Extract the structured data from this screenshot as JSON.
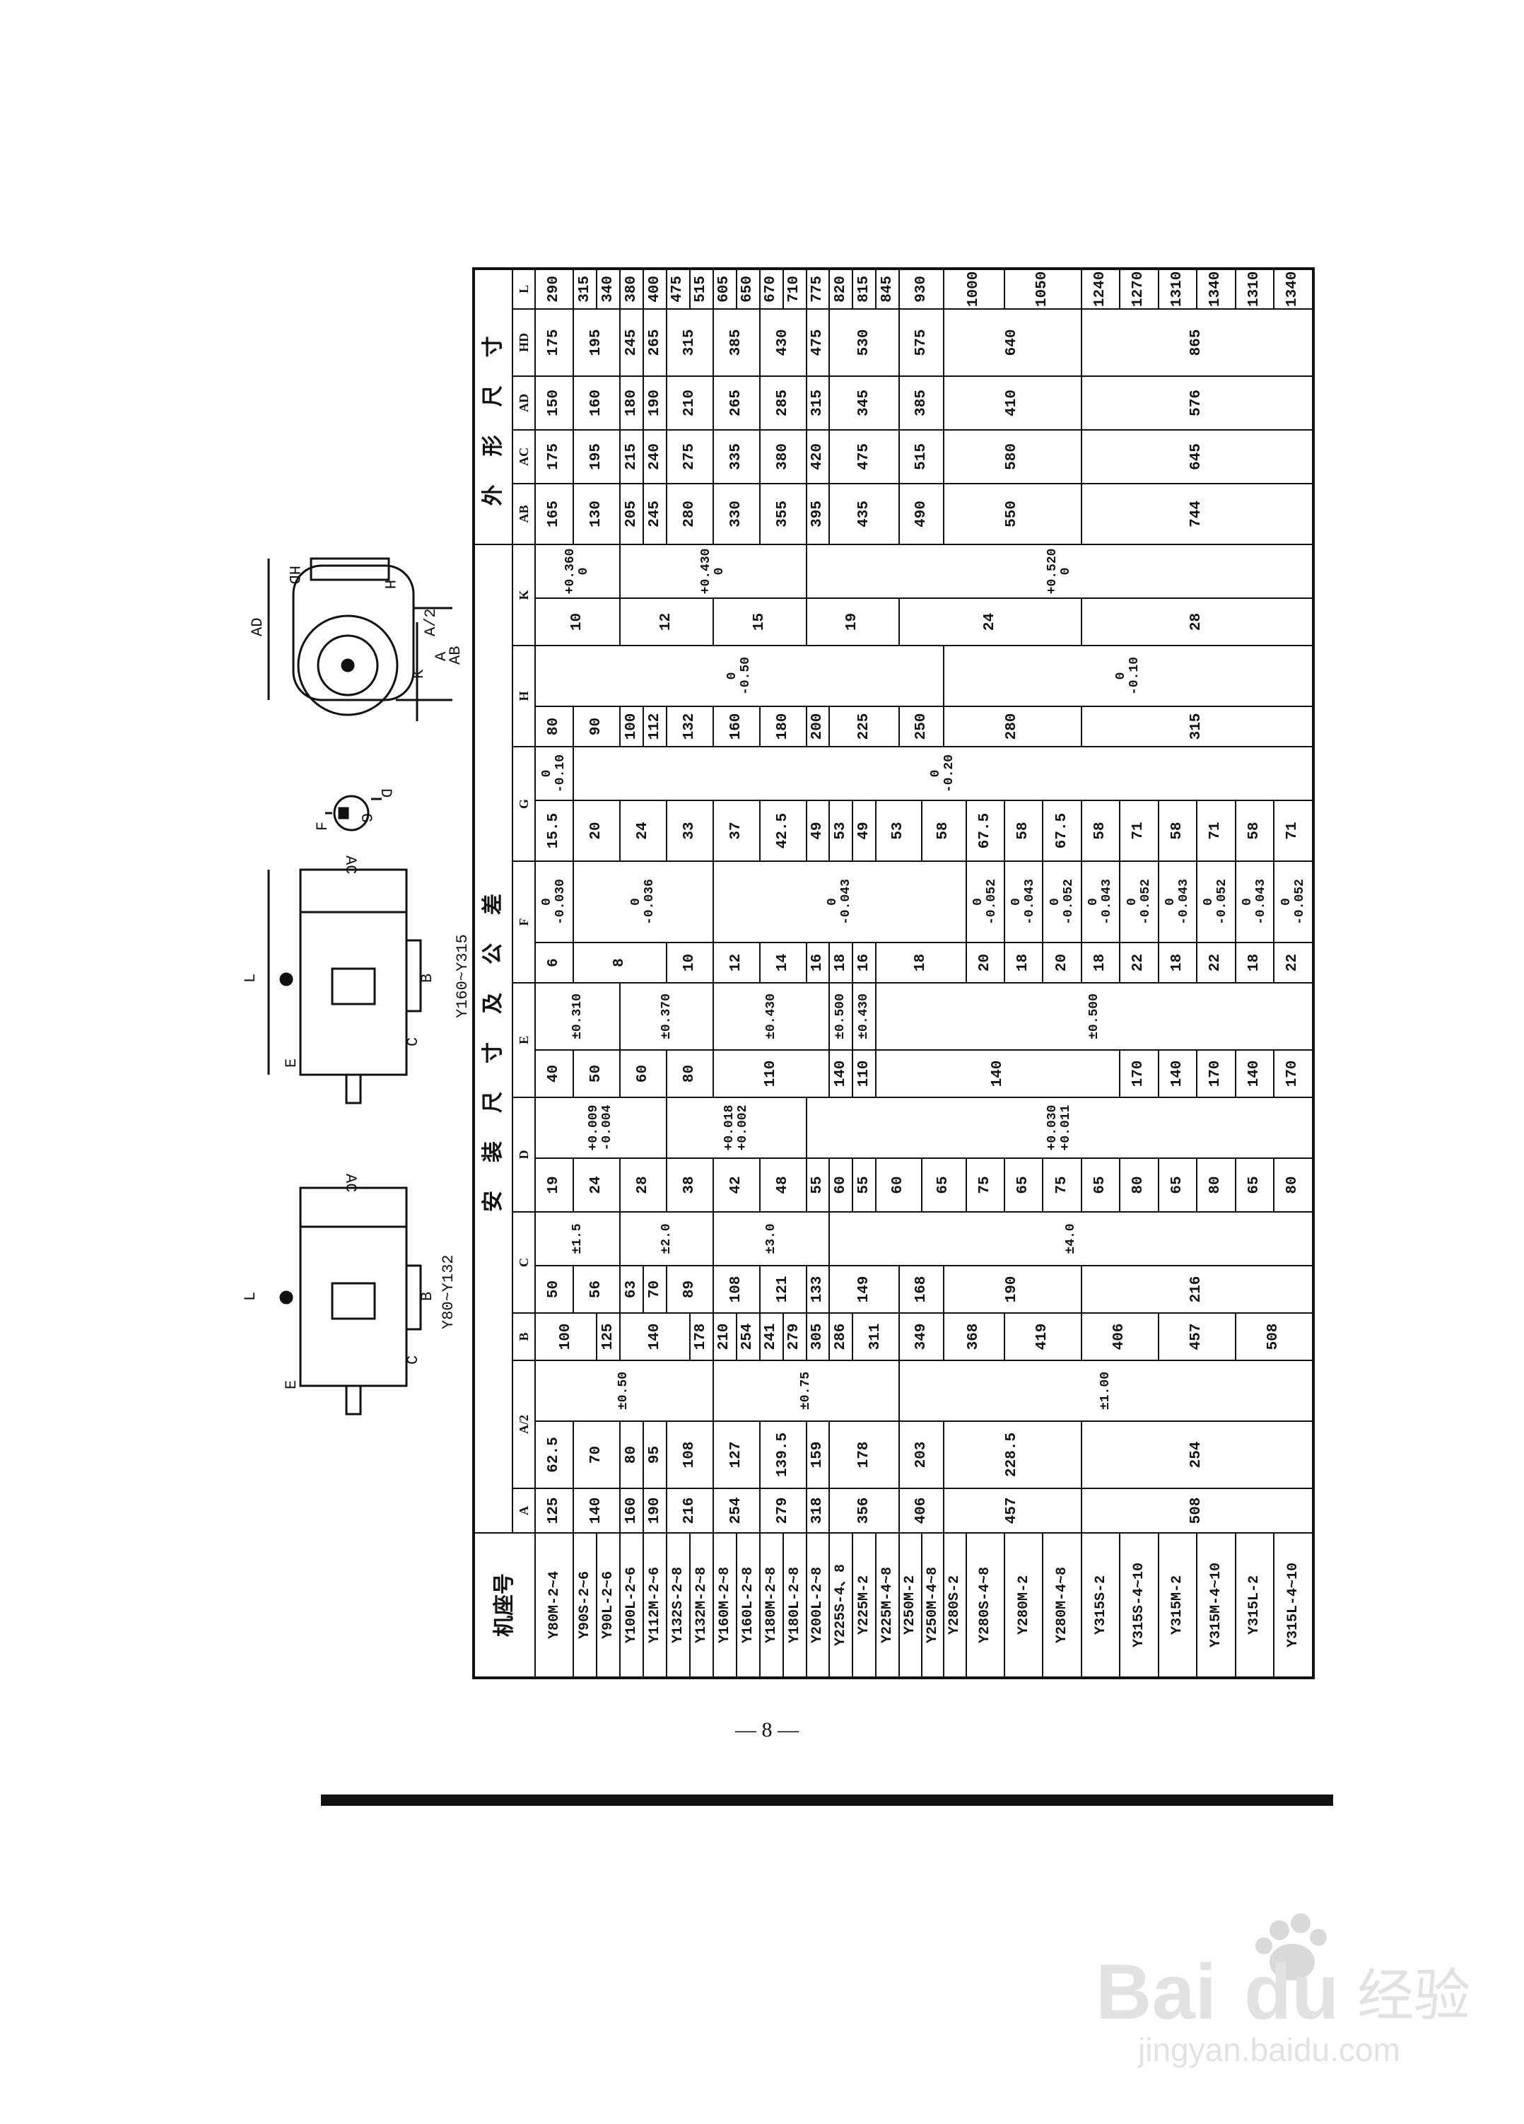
{
  "drawings": {
    "side_small_caption": "Y80~Y132",
    "side_large_caption": "Y160~Y315",
    "labels": {
      "L": "L",
      "E": "E",
      "C": "C",
      "B": "B",
      "AC": "AC",
      "F": "F",
      "G": "G",
      "D": "D",
      "AD": "AD",
      "HD": "HD",
      "H": "H",
      "A2": "A/2",
      "A": "A",
      "K": "K",
      "AB": "AB"
    }
  },
  "table": {
    "model_header": "机座号",
    "group_headers": [
      {
        "label": "安装尺寸及公差",
        "span": 18
      },
      {
        "label": "外形尺寸",
        "span": 5
      }
    ],
    "column_headers": [
      {
        "label": "A",
        "span": 1
      },
      {
        "label": "A/2",
        "span": 2
      },
      {
        "label": "B",
        "span": 1
      },
      {
        "label": "C",
        "span": 2
      },
      {
        "label": "D",
        "span": 2
      },
      {
        "label": "E",
        "span": 2
      },
      {
        "label": "F",
        "span": 2
      },
      {
        "label": "G",
        "span": 2
      },
      {
        "label": "H",
        "span": 2
      },
      {
        "label": "K",
        "span": 2
      },
      {
        "label": "AB",
        "span": 1
      },
      {
        "label": "AC",
        "span": 1
      },
      {
        "label": "AD",
        "span": 1
      },
      {
        "label": "HD",
        "span": 1
      },
      {
        "label": "L",
        "span": 1
      }
    ],
    "models": [
      "Y80M-2~4",
      "Y90S-2~6",
      "Y90L-2~6",
      "Y100L-2~6",
      "Y112M-2~6",
      "Y132S-2~8",
      "Y132M-2~8",
      "Y160M-2~8",
      "Y160L-2~8",
      "Y180M-2~8",
      "Y180L-2~8",
      "Y200L-2~8",
      "Y225S-4、8",
      "Y225M-2",
      "Y225M-4~8",
      "Y250M-2",
      "Y250M-4~8",
      "Y280S-2",
      "Y280S-4~8",
      "Y280M-2",
      "Y280M-4~8",
      "Y315S-2",
      "Y315S-4~10",
      "Y315M-2",
      "Y315M-4~10",
      "Y315L-2",
      "Y315L-4~10"
    ],
    "columns": [
      {
        "key": "A",
        "cells": [
          [
            "125",
            1
          ],
          [
            "140",
            2
          ],
          [
            "160",
            1
          ],
          [
            "190",
            1
          ],
          [
            "216",
            2
          ],
          [
            "254",
            2
          ],
          [
            "279",
            2
          ],
          [
            "318",
            1
          ],
          [
            "356",
            3
          ],
          [
            "406",
            2
          ],
          [
            "457",
            4
          ],
          [
            "508",
            6
          ]
        ]
      },
      {
        "key": "A/2",
        "cells": [
          [
            "62.5",
            1
          ],
          [
            "70",
            2
          ],
          [
            "80",
            1
          ],
          [
            "95",
            1
          ],
          [
            "108",
            2
          ],
          [
            "127",
            2
          ],
          [
            "139.5",
            2
          ],
          [
            "159",
            1
          ],
          [
            "178",
            3
          ],
          [
            "203",
            2
          ],
          [
            "228.5",
            4
          ],
          [
            "254",
            6
          ]
        ]
      },
      {
        "key": "A/2 tol",
        "tol": true,
        "cells": [
          [
            "±0.50",
            7
          ],
          [
            "±0.75",
            8
          ],
          [
            "±1.00",
            12
          ]
        ]
      },
      {
        "key": "B",
        "cells": [
          [
            "100",
            2
          ],
          [
            "125",
            1
          ],
          [
            "140",
            3
          ],
          [
            "178",
            1
          ],
          [
            "210",
            1
          ],
          [
            "254",
            1
          ],
          [
            "241",
            1
          ],
          [
            "279",
            1
          ],
          [
            "305",
            1
          ],
          [
            "286",
            1
          ],
          [
            "311",
            2
          ],
          [
            "349",
            2
          ],
          [
            "368",
            2
          ],
          [
            "419",
            2
          ],
          [
            "406",
            2
          ],
          [
            "457",
            2
          ],
          [
            "508",
            2
          ]
        ]
      },
      {
        "key": "C",
        "cells": [
          [
            "50",
            1
          ],
          [
            "56",
            2
          ],
          [
            "63",
            1
          ],
          [
            "70",
            1
          ],
          [
            "89",
            2
          ],
          [
            "108",
            2
          ],
          [
            "121",
            2
          ],
          [
            "133",
            1
          ],
          [
            "149",
            3
          ],
          [
            "168",
            2
          ],
          [
            "190",
            4
          ],
          [
            "216",
            6
          ]
        ]
      },
      {
        "key": "C tol",
        "tol": true,
        "cells": [
          [
            "±1.5",
            3
          ],
          [
            "±2.0",
            4
          ],
          [
            "±3.0",
            5
          ],
          [
            "±4.0",
            15
          ]
        ]
      },
      {
        "key": "D",
        "cells": [
          [
            "19",
            1
          ],
          [
            "24",
            2
          ],
          [
            "28",
            2
          ],
          [
            "38",
            2
          ],
          [
            "42",
            2
          ],
          [
            "48",
            2
          ],
          [
            "55",
            1
          ],
          [
            "60",
            1
          ],
          [
            "55",
            1
          ],
          [
            "60",
            2
          ],
          [
            "65",
            2
          ],
          [
            "75",
            1
          ],
          [
            "65",
            1
          ],
          [
            "75",
            1
          ],
          [
            "65",
            1
          ],
          [
            "80",
            1
          ],
          [
            "65",
            1
          ],
          [
            "80",
            1
          ],
          [
            "65",
            1
          ],
          [
            "80",
            1
          ]
        ]
      },
      {
        "key": "D tol",
        "tol": true,
        "cells": [
          [
            "+0.009\n-0.004",
            5
          ],
          [
            "+0.018\n+0.002",
            6
          ],
          [
            "+0.030\n+0.011",
            16
          ]
        ]
      },
      {
        "key": "E",
        "cells": [
          [
            "40",
            1
          ],
          [
            "50",
            2
          ],
          [
            "60",
            2
          ],
          [
            "80",
            2
          ],
          [
            "110",
            5
          ],
          [
            "140",
            1
          ],
          [
            "110",
            1
          ],
          [
            "140",
            8
          ],
          [
            "170",
            1
          ],
          [
            "140",
            1
          ],
          [
            "170",
            1
          ],
          [
            "140",
            1
          ],
          [
            "170",
            1
          ]
        ]
      },
      {
        "key": "E tol",
        "tol": true,
        "cells": [
          [
            "±0.310",
            3
          ],
          [
            "±0.370",
            4
          ],
          [
            "±0.430",
            5
          ],
          [
            "±0.500",
            1
          ],
          [
            "±0.430",
            1
          ],
          [
            "±0.500",
            13
          ]
        ]
      },
      {
        "key": "F",
        "cells": [
          [
            "6",
            1
          ],
          [
            "8",
            4
          ],
          [
            "10",
            2
          ],
          [
            "12",
            2
          ],
          [
            "14",
            2
          ],
          [
            "16",
            1
          ],
          [
            "18",
            1
          ],
          [
            "16",
            1
          ],
          [
            "18",
            4
          ],
          [
            "20",
            1
          ],
          [
            "18",
            1
          ],
          [
            "20",
            1
          ],
          [
            "18",
            1
          ],
          [
            "22",
            1
          ],
          [
            "18",
            1
          ],
          [
            "22",
            1
          ],
          [
            "18",
            1
          ],
          [
            "22",
            1
          ]
        ]
      },
      {
        "key": "F tol",
        "tol": true,
        "cells": [
          [
            "0\n-0.030",
            1
          ],
          [
            "0\n-0.036",
            6
          ],
          [
            "0\n-0.043",
            11
          ],
          [
            "0\n-0.052",
            1
          ],
          [
            "0\n-0.043",
            1
          ],
          [
            "0\n-0.052",
            1
          ],
          [
            "0\n-0.043",
            1
          ],
          [
            "0\n-0.052",
            1
          ],
          [
            "0\n-0.043",
            1
          ],
          [
            "0\n-0.052",
            1
          ],
          [
            "0\n-0.043",
            1
          ],
          [
            "0\n-0.052",
            1
          ]
        ]
      },
      {
        "key": "G",
        "cells": [
          [
            "15.5",
            1
          ],
          [
            "20",
            2
          ],
          [
            "24",
            2
          ],
          [
            "33",
            2
          ],
          [
            "37",
            2
          ],
          [
            "42.5",
            2
          ],
          [
            "49",
            1
          ],
          [
            "53",
            1
          ],
          [
            "49",
            1
          ],
          [
            "53",
            2
          ],
          [
            "58",
            2
          ],
          [
            "67.5",
            1
          ],
          [
            "58",
            1
          ],
          [
            "67.5",
            1
          ],
          [
            "58",
            1
          ],
          [
            "71",
            1
          ],
          [
            "58",
            1
          ],
          [
            "71",
            1
          ],
          [
            "58",
            1
          ],
          [
            "71",
            1
          ]
        ]
      },
      {
        "key": "G tol",
        "tol": true,
        "cells": [
          [
            "0\n-0.10",
            1
          ],
          [
            "0\n-0.20",
            26
          ]
        ]
      },
      {
        "key": "H",
        "cells": [
          [
            "80",
            1
          ],
          [
            "90",
            2
          ],
          [
            "100",
            1
          ],
          [
            "112",
            1
          ],
          [
            "132",
            2
          ],
          [
            "160",
            2
          ],
          [
            "180",
            2
          ],
          [
            "200",
            1
          ],
          [
            "225",
            3
          ],
          [
            "250",
            2
          ],
          [
            "280",
            4
          ],
          [
            "315",
            6
          ]
        ]
      },
      {
        "key": "H tol",
        "tol": true,
        "cells": [
          [
            "0\n-0.50",
            17
          ],
          [
            "0\n-0.10",
            10
          ]
        ]
      },
      {
        "key": "K",
        "cells": [
          [
            "10",
            3
          ],
          [
            "12",
            4
          ],
          [
            "15",
            4
          ],
          [
            "19",
            4
          ],
          [
            "24",
            6
          ],
          [
            "28",
            6
          ]
        ]
      },
      {
        "key": "K tol",
        "tol": true,
        "cells": [
          [
            "+0.360\n0",
            3
          ],
          [
            "+0.430\n0",
            8
          ],
          [
            "+0.520\n0",
            16
          ]
        ]
      },
      {
        "key": "AB",
        "cells": [
          [
            "165",
            1
          ],
          [
            "130",
            2
          ],
          [
            "205",
            1
          ],
          [
            "245",
            1
          ],
          [
            "280",
            2
          ],
          [
            "330",
            2
          ],
          [
            "355",
            2
          ],
          [
            "395",
            1
          ],
          [
            "435",
            3
          ],
          [
            "490",
            2
          ],
          [
            "550",
            4
          ],
          [
            "744",
            6
          ]
        ]
      },
      {
        "key": "AC",
        "cells": [
          [
            "175",
            1
          ],
          [
            "195",
            2
          ],
          [
            "215",
            1
          ],
          [
            "240",
            1
          ],
          [
            "275",
            2
          ],
          [
            "335",
            2
          ],
          [
            "380",
            2
          ],
          [
            "420",
            1
          ],
          [
            "475",
            3
          ],
          [
            "515",
            2
          ],
          [
            "580",
            4
          ],
          [
            "645",
            6
          ]
        ]
      },
      {
        "key": "AD",
        "cells": [
          [
            "150",
            1
          ],
          [
            "160",
            2
          ],
          [
            "180",
            1
          ],
          [
            "190",
            1
          ],
          [
            "210",
            2
          ],
          [
            "265",
            2
          ],
          [
            "285",
            2
          ],
          [
            "315",
            1
          ],
          [
            "345",
            3
          ],
          [
            "385",
            2
          ],
          [
            "410",
            4
          ],
          [
            "576",
            6
          ]
        ]
      },
      {
        "key": "HD",
        "cells": [
          [
            "175",
            1
          ],
          [
            "195",
            2
          ],
          [
            "245",
            1
          ],
          [
            "265",
            1
          ],
          [
            "315",
            2
          ],
          [
            "385",
            2
          ],
          [
            "430",
            2
          ],
          [
            "475",
            1
          ],
          [
            "530",
            3
          ],
          [
            "575",
            2
          ],
          [
            "640",
            4
          ],
          [
            "865",
            6
          ]
        ]
      },
      {
        "key": "L",
        "cells": [
          [
            "290",
            1
          ],
          [
            "315",
            1
          ],
          [
            "340",
            1
          ],
          [
            "380",
            1
          ],
          [
            "400",
            1
          ],
          [
            "475",
            1
          ],
          [
            "515",
            1
          ],
          [
            "605",
            1
          ],
          [
            "650",
            1
          ],
          [
            "670",
            1
          ],
          [
            "710",
            1
          ],
          [
            "775",
            1
          ],
          [
            "820",
            1
          ],
          [
            "815",
            1
          ],
          [
            "845",
            1
          ],
          [
            "930",
            2
          ],
          [
            "1000",
            2
          ],
          [
            "1050",
            2
          ],
          [
            "1240",
            1
          ],
          [
            "1270",
            1
          ],
          [
            "1310",
            1
          ],
          [
            "1340",
            1
          ],
          [
            "1310",
            1
          ],
          [
            "1340",
            1
          ]
        ]
      }
    ]
  },
  "page_number": "— 8 —",
  "watermark": {
    "brand": "Bai du 经验",
    "url": "jingyan.baidu.com"
  }
}
